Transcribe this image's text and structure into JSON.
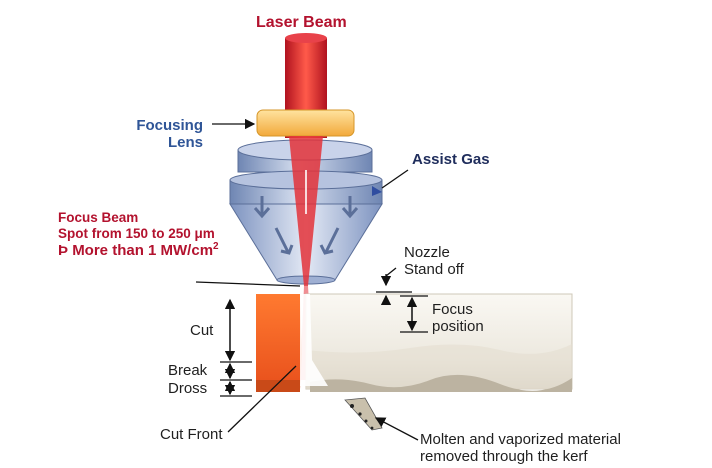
{
  "labels": {
    "laser_beam": "Laser Beam",
    "focusing_lens_line1": "Focusing",
    "focusing_lens_line2": "Lens",
    "assist_gas": "Assist Gas",
    "focus_beam_line1": "Focus Beam",
    "focus_beam_line2": "Spot from 150 to 250 μm",
    "focus_beam_line3_prefix": "Þ",
    "focus_beam_line3": "More than 1 MW/cm",
    "focus_beam_line3_sup": "2",
    "nozzle_line1": "Nozzle",
    "nozzle_line2": "Stand off",
    "focus_position_line1": "Focus",
    "focus_position_line2": "position",
    "cut": "Cut",
    "break": "Break",
    "dross": "Dross",
    "cut_front": "Cut Front",
    "molten_line1": "Molten and vaporized material",
    "molten_line2": "removed through the kerf"
  },
  "colors": {
    "title_red": "#b3122e",
    "lens_label_blue": "#2f5597",
    "assist_gas_navy": "#1f2d5c",
    "beam_red": "#d9262e",
    "lens_orange": "#f7c25a",
    "nozzle_steel": "#8ea3c9",
    "cut_orange": "#f36b2a",
    "material_white": "#f3f1ec"
  }
}
